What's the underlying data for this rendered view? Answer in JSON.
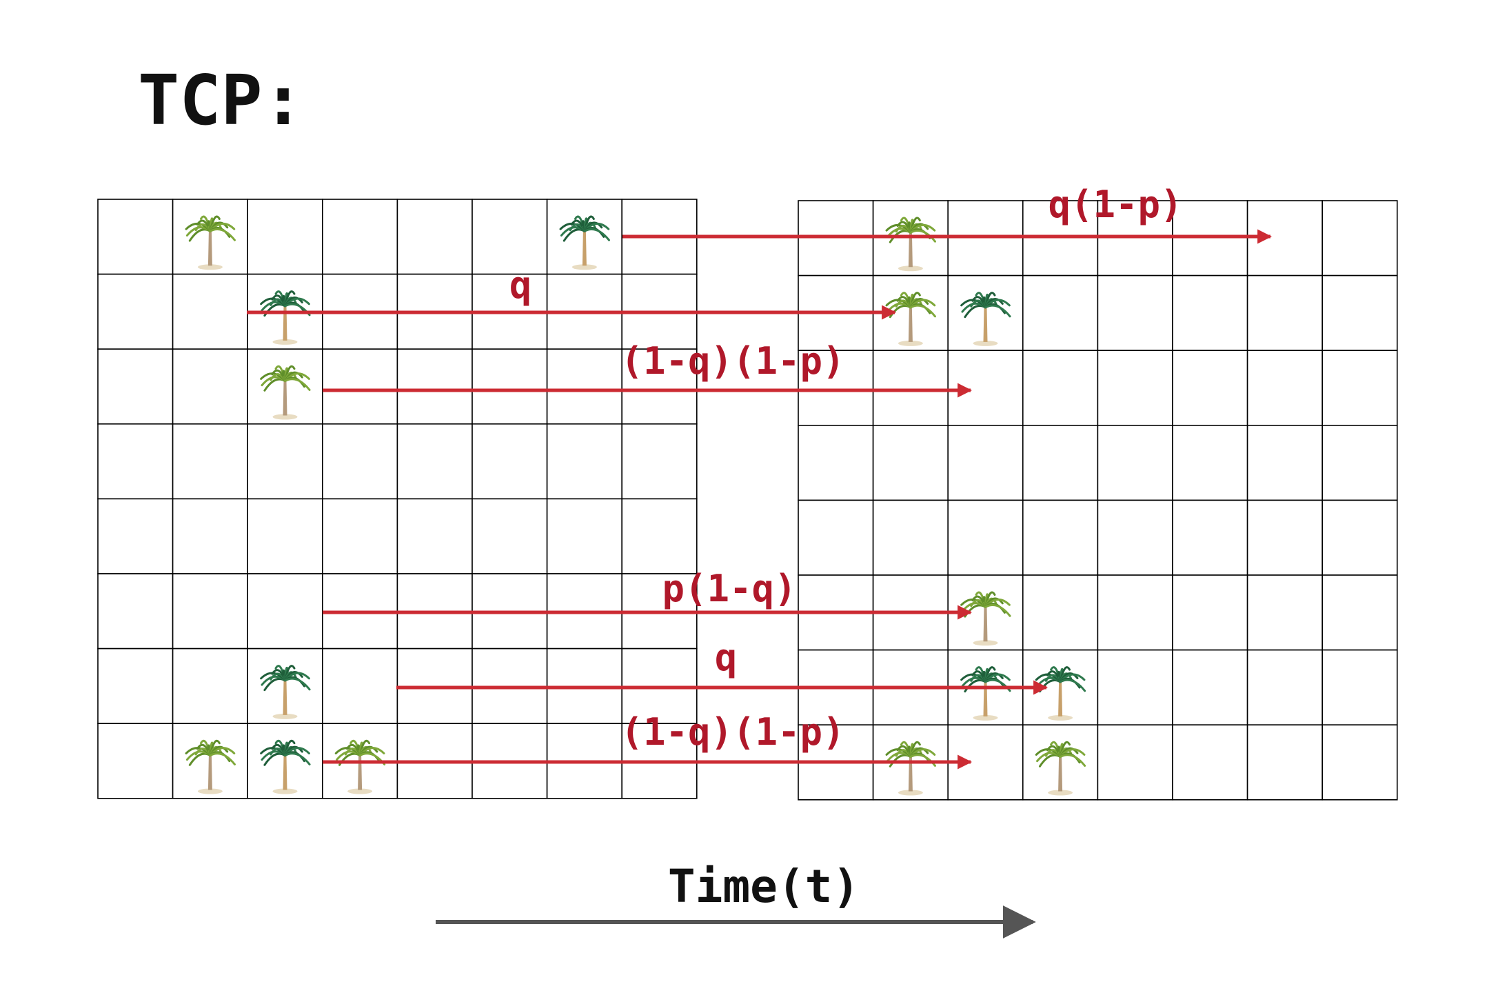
{
  "title": "TCP:",
  "time_axis": {
    "label": "Time(t)",
    "color": "#555555"
  },
  "colors": {
    "arrow": "#cc2b33",
    "label": "#b0182a",
    "grid": "#000000"
  },
  "grids": [
    {
      "name": "left-grid",
      "rows": 8,
      "cols": 8,
      "trees": [
        {
          "row": 0,
          "col": 1,
          "style": "light"
        },
        {
          "row": 0,
          "col": 6,
          "style": "dark"
        },
        {
          "row": 1,
          "col": 2,
          "style": "dark"
        },
        {
          "row": 2,
          "col": 2,
          "style": "light"
        },
        {
          "row": 6,
          "col": 2,
          "style": "dark"
        },
        {
          "row": 7,
          "col": 1,
          "style": "light"
        },
        {
          "row": 7,
          "col": 2,
          "style": "dark"
        },
        {
          "row": 7,
          "col": 3,
          "style": "light"
        }
      ]
    },
    {
      "name": "right-grid",
      "rows": 8,
      "cols": 8,
      "trees": [
        {
          "row": 0,
          "col": 1,
          "style": "light"
        },
        {
          "row": 1,
          "col": 1,
          "style": "light"
        },
        {
          "row": 1,
          "col": 2,
          "style": "dark"
        },
        {
          "row": 5,
          "col": 2,
          "style": "light"
        },
        {
          "row": 6,
          "col": 2,
          "style": "dark"
        },
        {
          "row": 6,
          "col": 3,
          "style": "dark"
        },
        {
          "row": 7,
          "col": 1,
          "style": "light"
        },
        {
          "row": 7,
          "col": 3,
          "style": "light"
        }
      ]
    }
  ],
  "transitions": [
    {
      "label": "q(1-p)"
    },
    {
      "label": "q"
    },
    {
      "label": "(1-q)(1-p)"
    },
    {
      "label": "p(1-q)"
    },
    {
      "label": "q"
    },
    {
      "label": "(1-q)(1-p)"
    }
  ]
}
